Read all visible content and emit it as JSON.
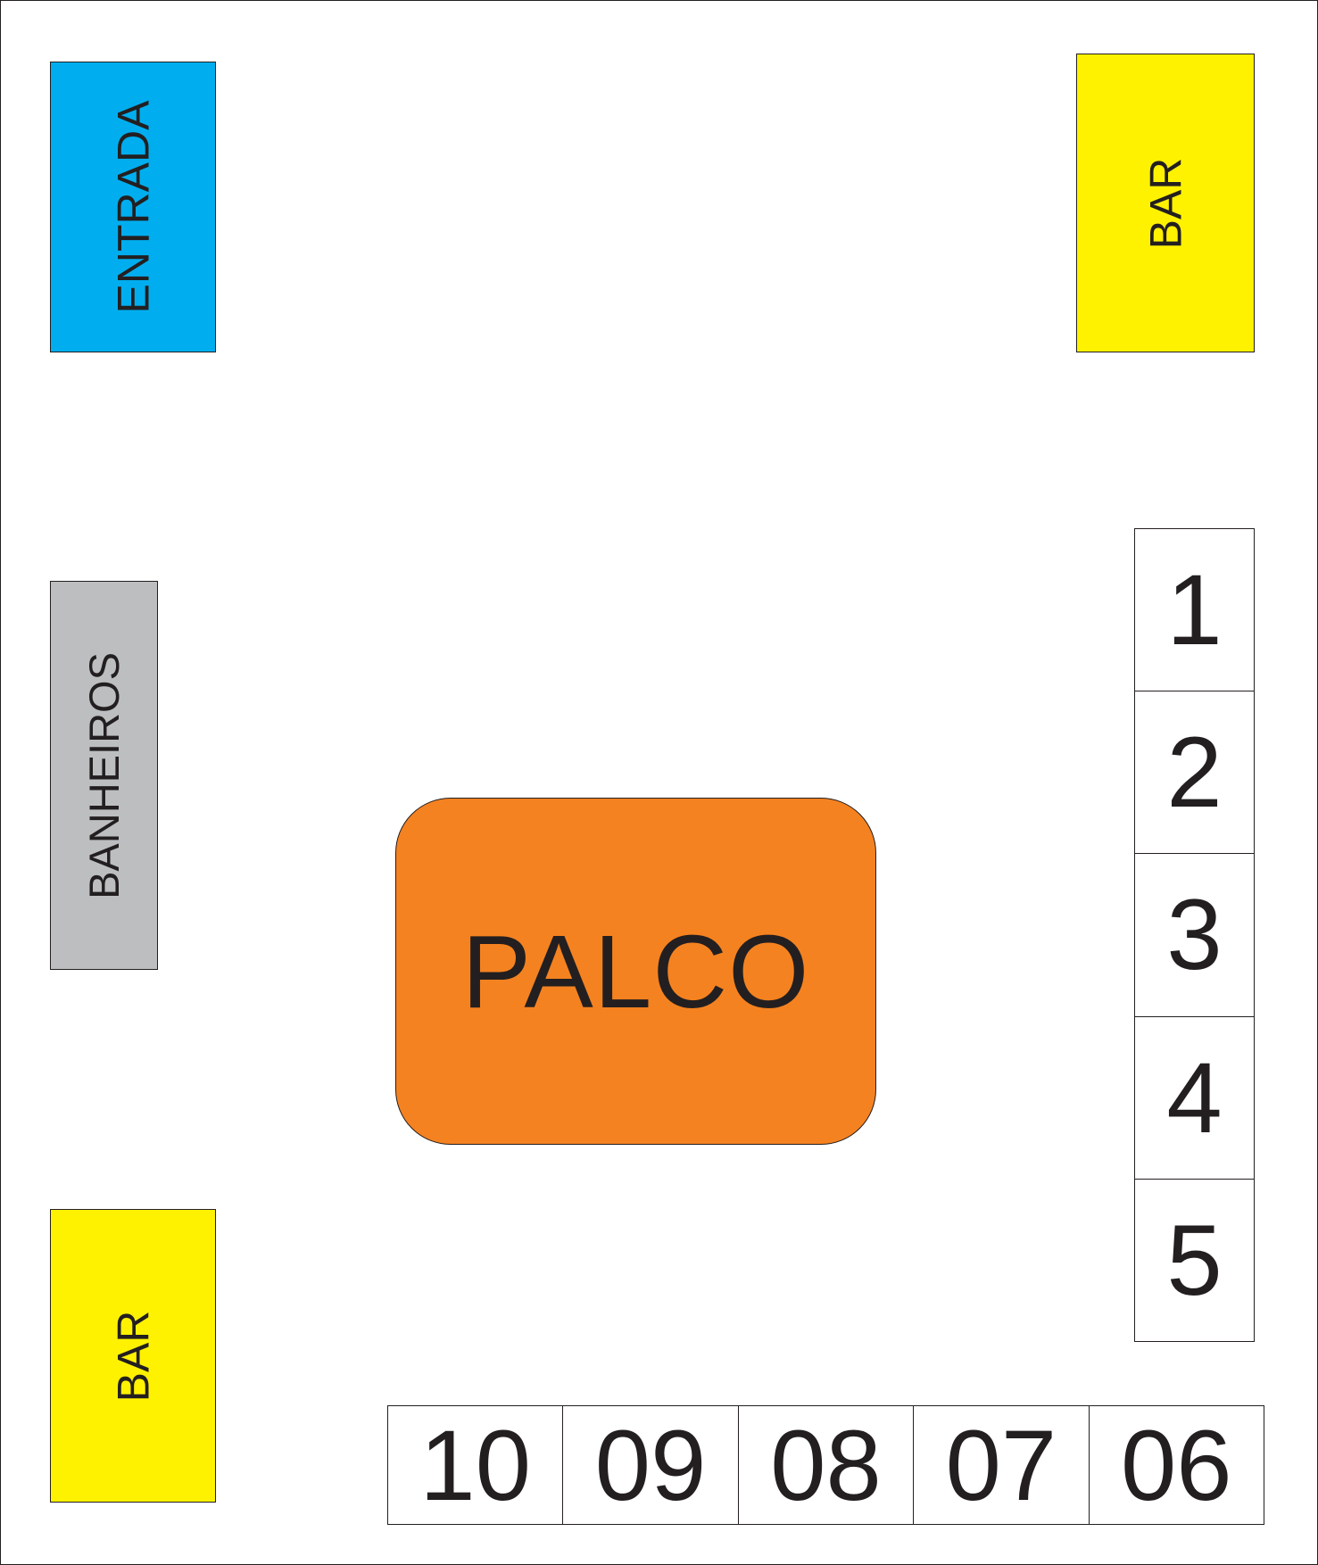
{
  "map": {
    "entrance": "ENTRADA",
    "bar_top": "BAR",
    "restrooms": "BANHEIROS",
    "bar_bottom": "BAR",
    "stage": "PALCO",
    "right_column": [
      "1",
      "2",
      "3",
      "4",
      "5"
    ],
    "bottom_row": [
      "10",
      "09",
      "08",
      "07",
      "06"
    ]
  },
  "colors": {
    "entrance": "#00aeef",
    "bar": "#fff200",
    "restrooms": "#bcbec0",
    "stage": "#f58220"
  }
}
